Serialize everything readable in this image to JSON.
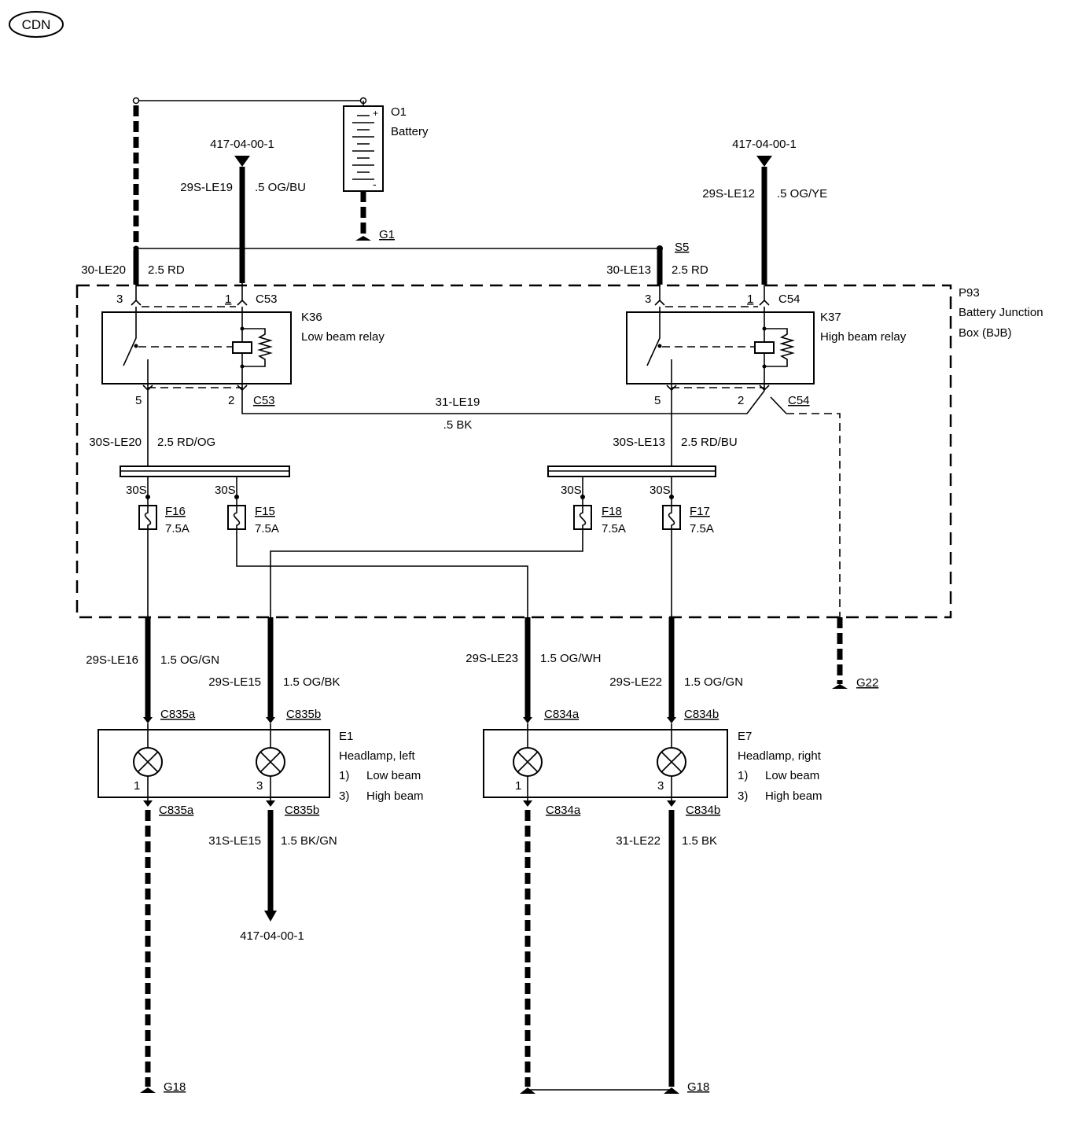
{
  "badge": "CDN",
  "refs": {
    "top_left": "417-04-00-1",
    "top_right": "417-04-00-1",
    "bottom": "417-04-00-1"
  },
  "battery": {
    "id": "O1",
    "name": "Battery",
    "plus": "+",
    "minus": "-"
  },
  "grounds": {
    "g1": "G1",
    "g18_left": "G18",
    "g18_right": "G18",
    "g22": "G22"
  },
  "splice": "S5",
  "bjb": {
    "id": "P93",
    "line1": "Battery Junction",
    "line2": "Box (BJB)"
  },
  "wires": {
    "w29s_le19": {
      "circuit": "29S-LE19",
      "spec": ".5 OG/BU"
    },
    "w29s_le12": {
      "circuit": "29S-LE12",
      "spec": ".5 OG/YE"
    },
    "w30_le20": {
      "circuit": "30-LE20",
      "spec": "2.5 RD"
    },
    "w30_le13": {
      "circuit": "30-LE13",
      "spec": "2.5 RD"
    },
    "w31_le19": {
      "circuit": "31-LE19",
      "spec": ".5 BK"
    },
    "w30s_le20": {
      "circuit": "30S-LE20",
      "spec": "2.5 RD/OG"
    },
    "w30s_le13": {
      "circuit": "30S-LE13",
      "spec": "2.5 RD/BU"
    },
    "w29s_le16": {
      "circuit": "29S-LE16",
      "spec": "1.5 OG/GN"
    },
    "w29s_le15": {
      "circuit": "29S-LE15",
      "spec": "1.5 OG/BK"
    },
    "w29s_le23": {
      "circuit": "29S-LE23",
      "spec": "1.5 OG/WH"
    },
    "w29s_le22": {
      "circuit": "29S-LE22",
      "spec": "1.5 OG/GN"
    },
    "w31s_le15": {
      "circuit": "31S-LE15",
      "spec": "1.5 BK/GN"
    },
    "w31_le22": {
      "circuit": "31-LE22",
      "spec": "1.5 BK"
    }
  },
  "relays": {
    "k36": {
      "id": "K36",
      "name": "Low beam relay",
      "connector": "C53",
      "pins": [
        "3",
        "1",
        "5",
        "2"
      ]
    },
    "k37": {
      "id": "K37",
      "name": "High beam relay",
      "connector": "C54",
      "pins": [
        "3",
        "1",
        "5",
        "2"
      ]
    }
  },
  "fuses": [
    {
      "id": "F16",
      "rating": "7.5A",
      "bus": "30S"
    },
    {
      "id": "F15",
      "rating": "7.5A",
      "bus": "30S"
    },
    {
      "id": "F18",
      "rating": "7.5A",
      "bus": "30S"
    },
    {
      "id": "F17",
      "rating": "7.5A",
      "bus": "30S"
    }
  ],
  "headlamps": {
    "e1": {
      "id": "E1",
      "name": "Headlamp, left",
      "legend": [
        {
          "num": "1)",
          "text": "Low beam"
        },
        {
          "num": "3)",
          "text": "High beam"
        }
      ],
      "pins": [
        "1",
        "3"
      ],
      "conn_a": "C835a",
      "conn_b": "C835b"
    },
    "e7": {
      "id": "E7",
      "name": "Headlamp, right",
      "legend": [
        {
          "num": "1)",
          "text": "Low beam"
        },
        {
          "num": "3)",
          "text": "High beam"
        }
      ],
      "pins": [
        "1",
        "3"
      ],
      "conn_a": "C834a",
      "conn_b": "C834b"
    }
  }
}
